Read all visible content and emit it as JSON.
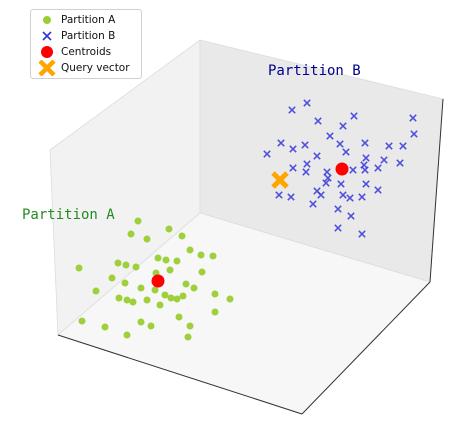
{
  "chart_data": {
    "type": "scatter3d",
    "grid": false,
    "legend_position": "top-left",
    "legend": [
      {
        "label": "Partition A",
        "marker": "dot",
        "color": "#9acd32"
      },
      {
        "label": "Partition B",
        "marker": "x",
        "color": "#3333dd"
      },
      {
        "label": "Centroids",
        "marker": "dot-large",
        "color": "#ff0000"
      },
      {
        "label": "Query vector",
        "marker": "X-large",
        "color": "#ffa500"
      }
    ],
    "annotations": [
      {
        "text": "Partition A",
        "color": "#228b22"
      },
      {
        "text": "Partition B",
        "color": "#00008b"
      }
    ],
    "series": [
      {
        "name": "Partition A",
        "marker": "dot",
        "color": "#9acd32",
        "points": [
          [
            138,
            221
          ],
          [
            169,
            229
          ],
          [
            131,
            234
          ],
          [
            147,
            239
          ],
          [
            182,
            236
          ],
          [
            190,
            250
          ],
          [
            201,
            255
          ],
          [
            213,
            256
          ],
          [
            158,
            258
          ],
          [
            166,
            260
          ],
          [
            177,
            261
          ],
          [
            118,
            263
          ],
          [
            126,
            265
          ],
          [
            136,
            267
          ],
          [
            79,
            268
          ],
          [
            112,
            278
          ],
          [
            156,
            273
          ],
          [
            170,
            270
          ],
          [
            202,
            272
          ],
          [
            186,
            284
          ],
          [
            194,
            288
          ],
          [
            141,
            288
          ],
          [
            125,
            283
          ],
          [
            96,
            291
          ],
          [
            119,
            298
          ],
          [
            127,
            300
          ],
          [
            133,
            302
          ],
          [
            165,
            295
          ],
          [
            171,
            298
          ],
          [
            177,
            299
          ],
          [
            183,
            296
          ],
          [
            215,
            294
          ],
          [
            230,
            299
          ],
          [
            147,
            300
          ],
          [
            160,
            305
          ],
          [
            215,
            312
          ],
          [
            179,
            317
          ],
          [
            82,
            321
          ],
          [
            105,
            327
          ],
          [
            141,
            322
          ],
          [
            151,
            326
          ],
          [
            127,
            335
          ],
          [
            188,
            337
          ],
          [
            190,
            326
          ],
          [
            155,
            290
          ]
        ]
      },
      {
        "name": "Partition B",
        "marker": "x",
        "color": "#3333dd",
        "points": [
          [
            307,
            103
          ],
          [
            292,
            110
          ],
          [
            354,
            116
          ],
          [
            413,
            118
          ],
          [
            318,
            121
          ],
          [
            343,
            126
          ],
          [
            330,
            136
          ],
          [
            414,
            134
          ],
          [
            281,
            143
          ],
          [
            305,
            145
          ],
          [
            340,
            144
          ],
          [
            365,
            143
          ],
          [
            389,
            146
          ],
          [
            403,
            146
          ],
          [
            267,
            154
          ],
          [
            293,
            149
          ],
          [
            317,
            156
          ],
          [
            346,
            152
          ],
          [
            366,
            158
          ],
          [
            364,
            165
          ],
          [
            384,
            160
          ],
          [
            400,
            163
          ],
          [
            307,
            164
          ],
          [
            293,
            168
          ],
          [
            306,
            172
          ],
          [
            327,
            172
          ],
          [
            353,
            170
          ],
          [
            365,
            170
          ],
          [
            378,
            168
          ],
          [
            326,
            183
          ],
          [
            341,
            184
          ],
          [
            366,
            184
          ],
          [
            378,
            190
          ],
          [
            279,
            195
          ],
          [
            291,
            197
          ],
          [
            317,
            191
          ],
          [
            343,
            195
          ],
          [
            362,
            197
          ],
          [
            313,
            204
          ],
          [
            338,
            209
          ],
          [
            351,
            216
          ],
          [
            338,
            228
          ],
          [
            362,
            234
          ],
          [
            328,
            178
          ],
          [
            350,
            198
          ],
          [
            321,
            195
          ]
        ]
      },
      {
        "name": "Centroids",
        "marker": "dot-large",
        "color": "#ff0000",
        "points": [
          [
            158,
            281
          ],
          [
            342,
            169
          ]
        ]
      },
      {
        "name": "Query vector",
        "marker": "X-large",
        "color": "#ffa500",
        "points": [
          [
            280,
            180
          ]
        ]
      }
    ]
  }
}
